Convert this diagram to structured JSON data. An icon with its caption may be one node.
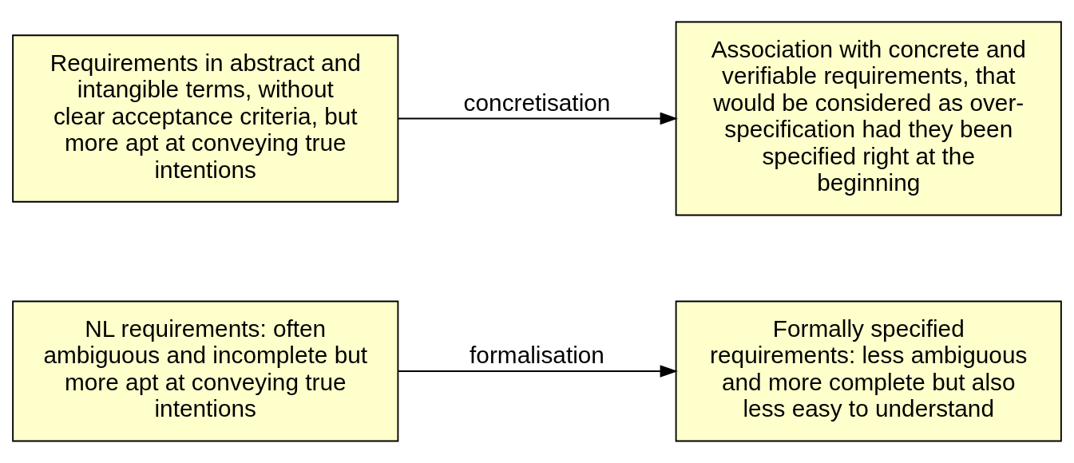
{
  "diagram": {
    "nodes": [
      {
        "text": [
          "NL requirements: often ambiguous and incomplete but more apt at conveying true intentions"
        ]
      },
      {
        "text": [
          "Formally specified requirements: less ambiguous and more complete but also less easy to understand"
        ]
      },
      {
        "text": [
          "Requirements in abstract and intangible terms, without clear acceptance criteria, but more apt at conveying true intentions"
        ]
      },
      {
        "text": [
          "Association with concrete and verifiable requirements, that would be considered as over-specification had they been specified right at the beginning"
        ]
      }
    ],
    "edges": [
      {
        "from": 0,
        "to": 1,
        "arrow": "to",
        "label": "formalisation"
      },
      {
        "from": 2,
        "to": 3,
        "arrow": "to",
        "label": "concretisation"
      }
    ]
  }
}
